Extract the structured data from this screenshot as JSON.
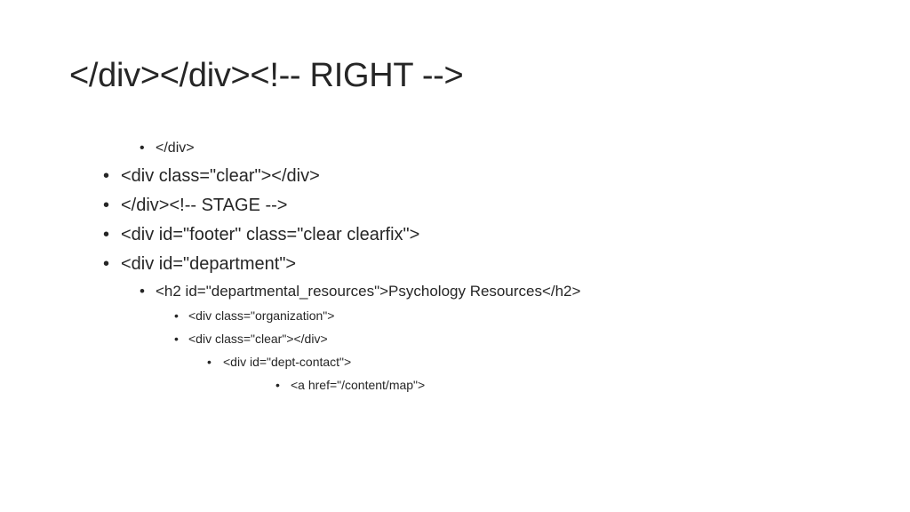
{
  "slide": {
    "title": "</div></div><!-- RIGHT -->",
    "bullet_glyph": "•",
    "bullets": [
      {
        "text": "</div>"
      },
      {
        "text": "<div class=\"clear\"></div>"
      },
      {
        "text": "</div><!-- STAGE -->"
      },
      {
        "text": "<div id=\"footer\" class=\"clear clearfix\">"
      },
      {
        "text": "<div id=\"department\">"
      },
      {
        "text": "<h2 id=\"departmental_resources\">Psychology Resources</h2>"
      },
      {
        "text": "<div class=\"organization\">"
      },
      {
        "text": "<div class=\"clear\"></div>"
      },
      {
        "text": "<div id=\"dept-contact\">"
      },
      {
        "text": "<a href=\"/content/map\">"
      }
    ]
  }
}
